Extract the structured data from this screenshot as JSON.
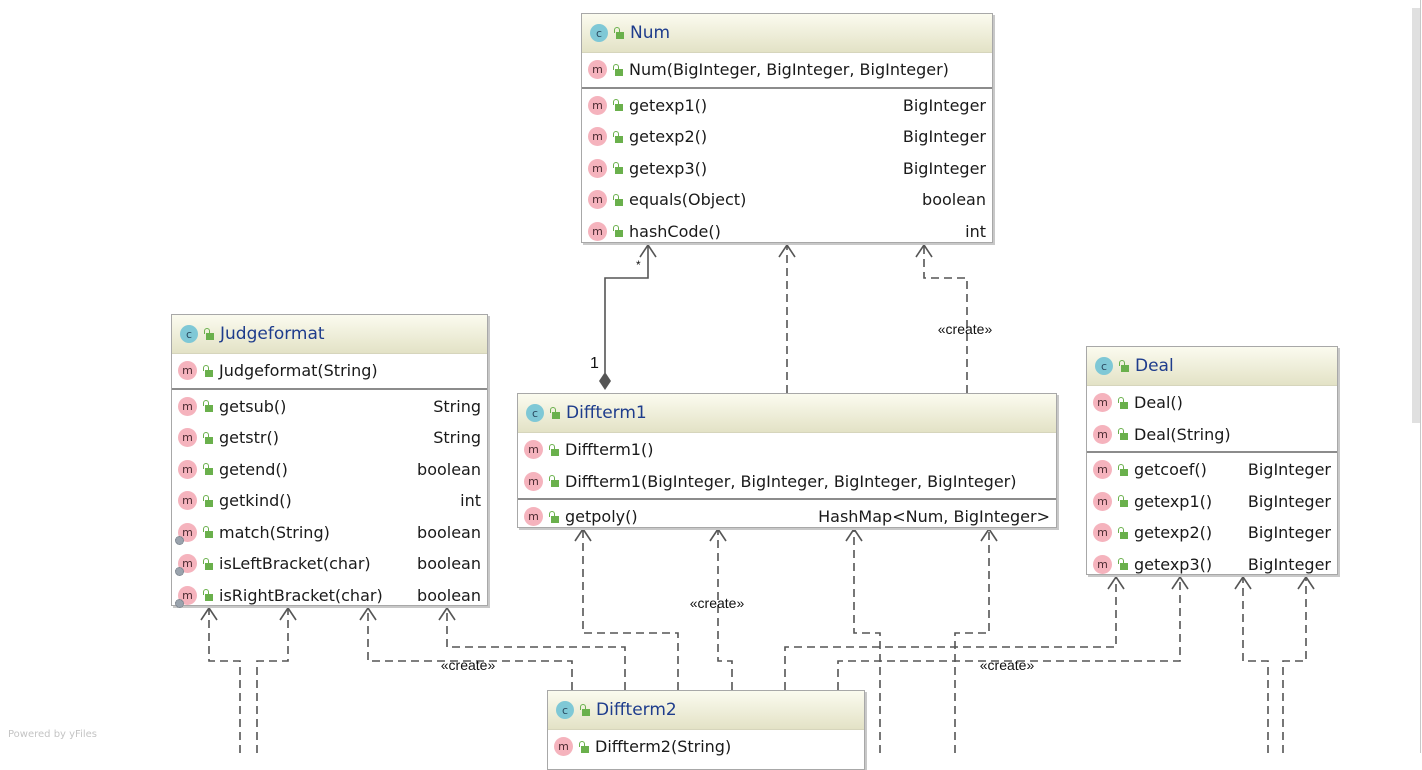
{
  "diagram": {
    "watermark": "Powered by yFiles",
    "class_icon_letter": "c",
    "method_icon_letter": "m",
    "colors": {
      "class_title": "#1e3c8c",
      "class_icon": "#7fc8d6",
      "method_icon": "#f5b3bd",
      "public_lock": "#6ab04c",
      "edge": "#555555"
    },
    "classes": {
      "num": {
        "name": "Num",
        "constructors": [
          {
            "name": "Num(BigInteger, BigInteger, BigInteger)",
            "type": ""
          }
        ],
        "methods": [
          {
            "name": "getexp1()",
            "type": "BigInteger"
          },
          {
            "name": "getexp2()",
            "type": "BigInteger"
          },
          {
            "name": "getexp3()",
            "type": "BigInteger"
          },
          {
            "name": "equals(Object)",
            "type": "boolean"
          },
          {
            "name": "hashCode()",
            "type": "int"
          }
        ]
      },
      "judgeformat": {
        "name": "Judgeformat",
        "constructors": [
          {
            "name": "Judgeformat(String)",
            "type": ""
          }
        ],
        "methods": [
          {
            "name": "getsub()",
            "type": "String"
          },
          {
            "name": "getstr()",
            "type": "String"
          },
          {
            "name": "getend()",
            "type": "boolean"
          },
          {
            "name": "getkind()",
            "type": "int"
          },
          {
            "name": "match(String)",
            "type": "boolean",
            "static": true
          },
          {
            "name": "isLeftBracket(char)",
            "type": "boolean",
            "static": true
          },
          {
            "name": "isRightBracket(char)",
            "type": "boolean",
            "static": true
          }
        ]
      },
      "diffterm1": {
        "name": "Diffterm1",
        "constructors": [
          {
            "name": "Diffterm1()",
            "type": ""
          },
          {
            "name": "Diffterm1(BigInteger, BigInteger, BigInteger, BigInteger)",
            "type": ""
          }
        ],
        "methods": [
          {
            "name": "getpoly()",
            "type": "HashMap<Num, BigInteger>"
          }
        ]
      },
      "deal": {
        "name": "Deal",
        "constructors": [
          {
            "name": "Deal()",
            "type": ""
          },
          {
            "name": "Deal(String)",
            "type": ""
          }
        ],
        "methods": [
          {
            "name": "getcoef()",
            "type": "BigInteger"
          },
          {
            "name": "getexp1()",
            "type": "BigInteger"
          },
          {
            "name": "getexp2()",
            "type": "BigInteger"
          },
          {
            "name": "getexp3()",
            "type": "BigInteger"
          }
        ]
      },
      "diffterm2": {
        "name": "Diffterm2",
        "constructors": [
          {
            "name": "Diffterm2(String)",
            "type": ""
          }
        ],
        "methods": []
      }
    },
    "edge_labels": {
      "create_num": "«create»",
      "create_diffterm1": "«create»",
      "create_judgeformat": "«create»",
      "create_deal": "«create»",
      "multiplicity_many": "*",
      "multiplicity_one": "1"
    }
  }
}
